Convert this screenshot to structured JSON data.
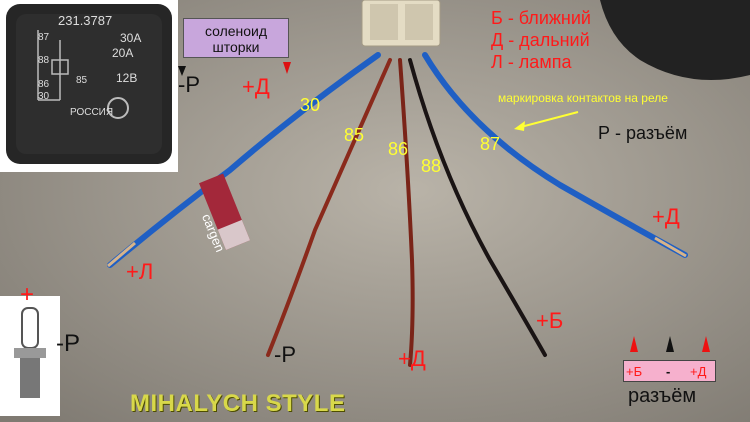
{
  "relay": {
    "part_number": "231.3787",
    "rating_30": "30A",
    "rating_20": "20A",
    "voltage": "12В",
    "pin_87": "87",
    "pin_88": "88",
    "pin_86": "86",
    "pin_85": "85",
    "pin_30": "30",
    "brand": "РОССИЯ"
  },
  "solenoid_label": [
    "соленоид",
    "шторки"
  ],
  "legend": {
    "b": "Б - ближний",
    "d": "Д - дальний",
    "l": "Л - лампа"
  },
  "annotation": "маркировка контактов на реле",
  "r_legend": "Р - разъём",
  "wire_numbers": {
    "w30": "30",
    "w85": "85",
    "w86": "86",
    "w88": "88",
    "w87": "87"
  },
  "labels": {
    "minus_p_top": "-Р",
    "plus_d_top": "+Д",
    "plus_l": "+Л",
    "minus_p_bottom": "-Р",
    "plus_d_bottom": "+Д",
    "plus_b": "+Б",
    "plus_d_right": "+Д",
    "bulb_plus": "+",
    "bulb_minus_p": "-Р"
  },
  "tag_text": "cargen",
  "connector_legend": {
    "plus_b": "+Б",
    "minus": "-",
    "plus_d": "+Д",
    "caption": "разъём"
  },
  "brand": "MIHALYCH STYLE",
  "colors": {
    "label_red": "#ff1a1a",
    "wire_number_yellow": "#ffff33",
    "wire_blue": "#1f5fc4",
    "wire_red_brown": "#8a2a1c",
    "wire_black": "#1a1414",
    "solenoid_box": "#c8a6dc",
    "connector_legend_box": "#f6b0cd",
    "brand_yellow": "#d8d84a"
  }
}
